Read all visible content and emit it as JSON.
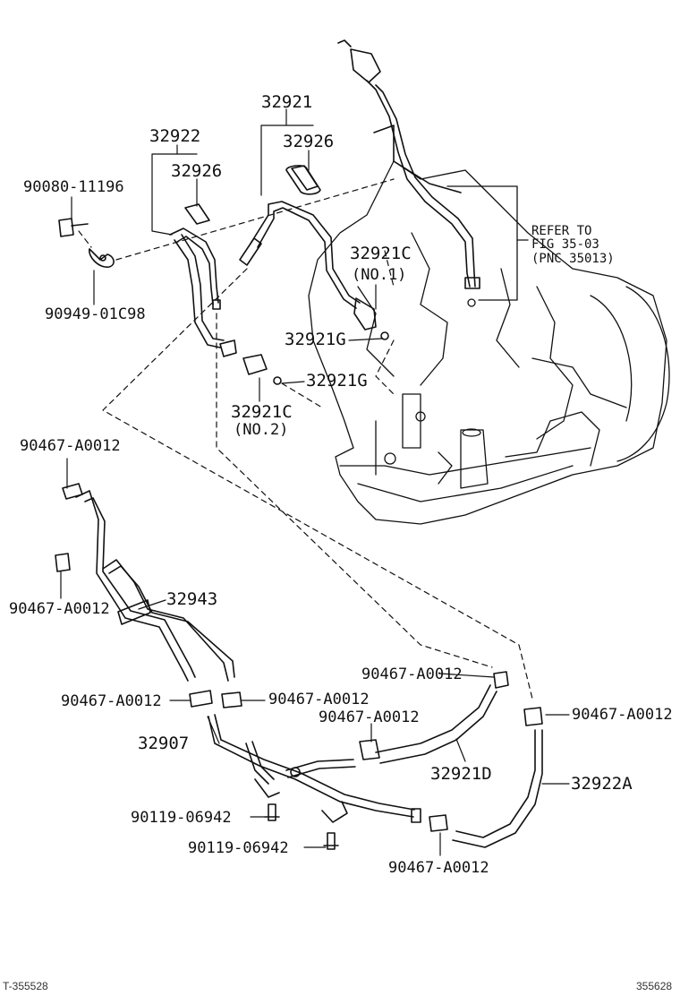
{
  "callouts": {
    "p32921": "32921",
    "p32926a": "32926",
    "p32922": "32922",
    "p32926b": "32926",
    "p90080": "90080-11196",
    "p90949": "90949-01C98",
    "p32921c1": "32921C",
    "no1": "(NO.1)",
    "p32921g1": "32921G",
    "p32921g2": "32921G",
    "p32921c2": "32921C",
    "no2": "(NO.2)",
    "refer1": "REFER TO",
    "refer2": "FIG 35-03",
    "refer3": "(PNC 35013)",
    "clamp_a": "90467-A0012",
    "clamp_b": "90467-A0012",
    "p32943": "32943",
    "clamp_c": "90467-A0012",
    "clamp_d": "90467-A0012",
    "clamp_e": "90467-A0012",
    "clamp_f": "90467-A0012",
    "clamp_g": "90467-A0012",
    "p32907": "32907",
    "p32921d": "32921D",
    "p32922a": "32922A",
    "bolt_a": "90119-06942",
    "bolt_b": "90119-06942",
    "clamp_h": "90467-A0012"
  },
  "footer": {
    "left": "T-355528",
    "right": "355628"
  }
}
